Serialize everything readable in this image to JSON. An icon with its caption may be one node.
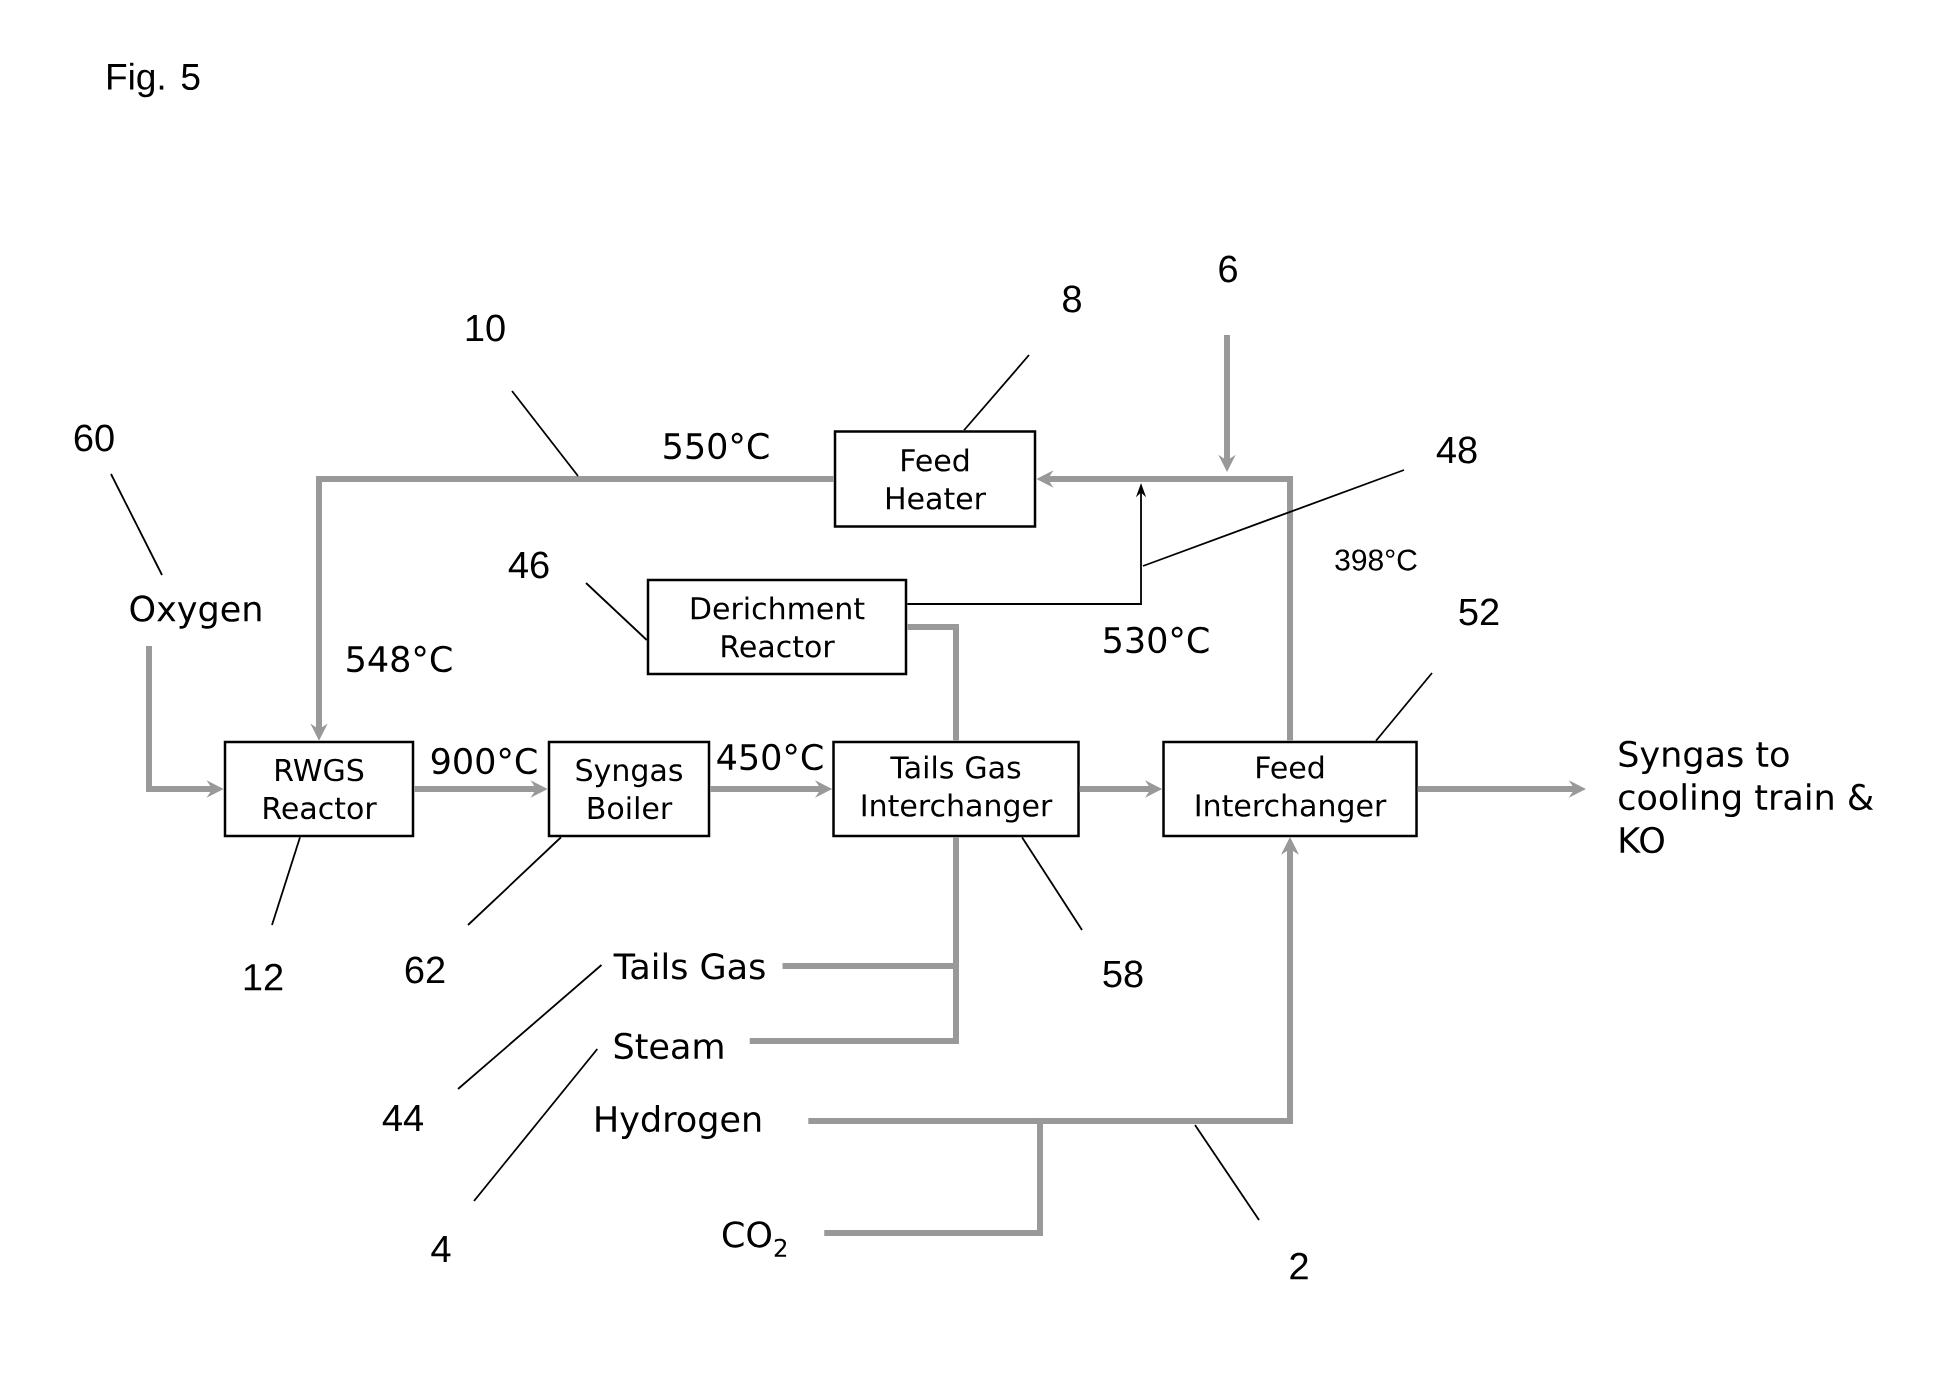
{
  "diagram": {
    "title": "Fig. 5",
    "nodes": [
      {
        "text": [
          "6"
        ]
      },
      {
        "text": [
          "8"
        ]
      },
      {
        "text": [
          "10"
        ]
      },
      {
        "text": [
          "60"
        ]
      },
      {
        "text": [
          "Feed Heater"
        ]
      },
      {
        "text": [
          "48"
        ]
      },
      {
        "text": [
          "46"
        ]
      },
      {
        "text": [
          "Oxygen"
        ]
      },
      {
        "text": [
          "Derichment Reactor"
        ]
      },
      {
        "text": [
          "52"
        ]
      },
      {
        "text": [
          "RWGS Reactor"
        ]
      },
      {
        "text": [
          "Syngas Boiler"
        ]
      },
      {
        "text": [
          "Tails Gas Interchanger"
        ]
      },
      {
        "text": [
          "Feed Interchanger"
        ]
      },
      {
        "text": [
          "Syngas to cooling train & KO"
        ]
      },
      {
        "text": [
          "12"
        ]
      },
      {
        "text": [
          "62"
        ]
      },
      {
        "text": [
          "58"
        ]
      },
      {
        "text": [
          "Tails Gas"
        ]
      },
      {
        "text": [
          "Steam"
        ]
      },
      {
        "text": [
          "44"
        ]
      },
      {
        "text": [
          "Hydrogen"
        ]
      },
      {
        "text": [
          "CO$_{2}$"
        ]
      },
      {
        "text": [
          "4"
        ]
      },
      {
        "text": [
          "2"
        ]
      }
    ],
    "edges": [
      {
        "from": 7,
        "to": 10,
        "arrow": "to",
        "style": "thick",
        "color": "#999999"
      },
      {
        "from": 10,
        "to": 11,
        "arrow": "to",
        "style": "thick",
        "color": "#999999"
      },
      {
        "from": 11,
        "to": 12,
        "arrow": "to",
        "style": "thick",
        "color": "#999999"
      },
      {
        "from": 12,
        "to": 13,
        "arrow": "to",
        "style": "thick",
        "color": "#999999"
      },
      {
        "from": 13,
        "to": 14,
        "arrow": "to",
        "style": "thick",
        "color": "#999999"
      },
      {
        "from": 13,
        "to": 4,
        "arrow": "to",
        "style": "thick",
        "color": "#999999"
      },
      {
        "from": 4,
        "to": 10,
        "arrow": "to",
        "style": "thick",
        "color": "#999999"
      },
      {
        "from": 0,
        "to": null,
        "arrow": "to",
        "style": "thick",
        "color": "#999999"
      },
      {
        "from": 18,
        "to": 12,
        "arrow": "none",
        "style": "thick",
        "color": "#999999"
      },
      {
        "from": 19,
        "to": 12,
        "arrow": "none",
        "style": "thick",
        "color": "#999999"
      },
      {
        "from": 12,
        "to": 8,
        "arrow": "none",
        "style": "thick",
        "color": "#999999"
      },
      {
        "from": 8,
        "to": null,
        "arrow": "to",
        "color": "#000000"
      },
      {
        "from": 21,
        "to": 13,
        "arrow": "to",
        "style": "thick",
        "color": "#999999"
      },
      {
        "from": 22,
        "to": 13,
        "arrow": "to",
        "style": "thick",
        "color": "#999999"
      },
      {
        "from": 3,
        "to": 7,
        "arrow": "none",
        "color": "#000000"
      },
      {
        "from": 2,
        "to": null,
        "arrow": "none",
        "color": "#000000"
      },
      {
        "from": 1,
        "to": 4,
        "arrow": "none",
        "color": "#000000"
      },
      {
        "from": 5,
        "to": null,
        "arrow": "none",
        "color": "#000000"
      },
      {
        "from": 6,
        "to": 8,
        "arrow": "none",
        "color": "#000000"
      },
      {
        "from": 9,
        "to": 13,
        "arrow": "none",
        "color": "#000000"
      },
      {
        "from": 15,
        "to": 10,
        "arrow": "none",
        "color": "#000000"
      },
      {
        "from": 16,
        "to": 11,
        "arrow": "none",
        "color": "#000000"
      },
      {
        "from": 17,
        "to": 12,
        "arrow": "none",
        "color": "#000000"
      },
      {
        "from": 20,
        "to": 18,
        "arrow": "none",
        "color": "#000000"
      },
      {
        "from": 23,
        "to": 19,
        "arrow": "none",
        "color": "#000000"
      },
      {
        "from": 24,
        "to": null,
        "arrow": "none",
        "color": "#000000"
      }
    ],
    "labels": [
      "550°C",
      "398°C",
      "530°C",
      "548°C",
      "900°C",
      "450°C"
    ]
  }
}
